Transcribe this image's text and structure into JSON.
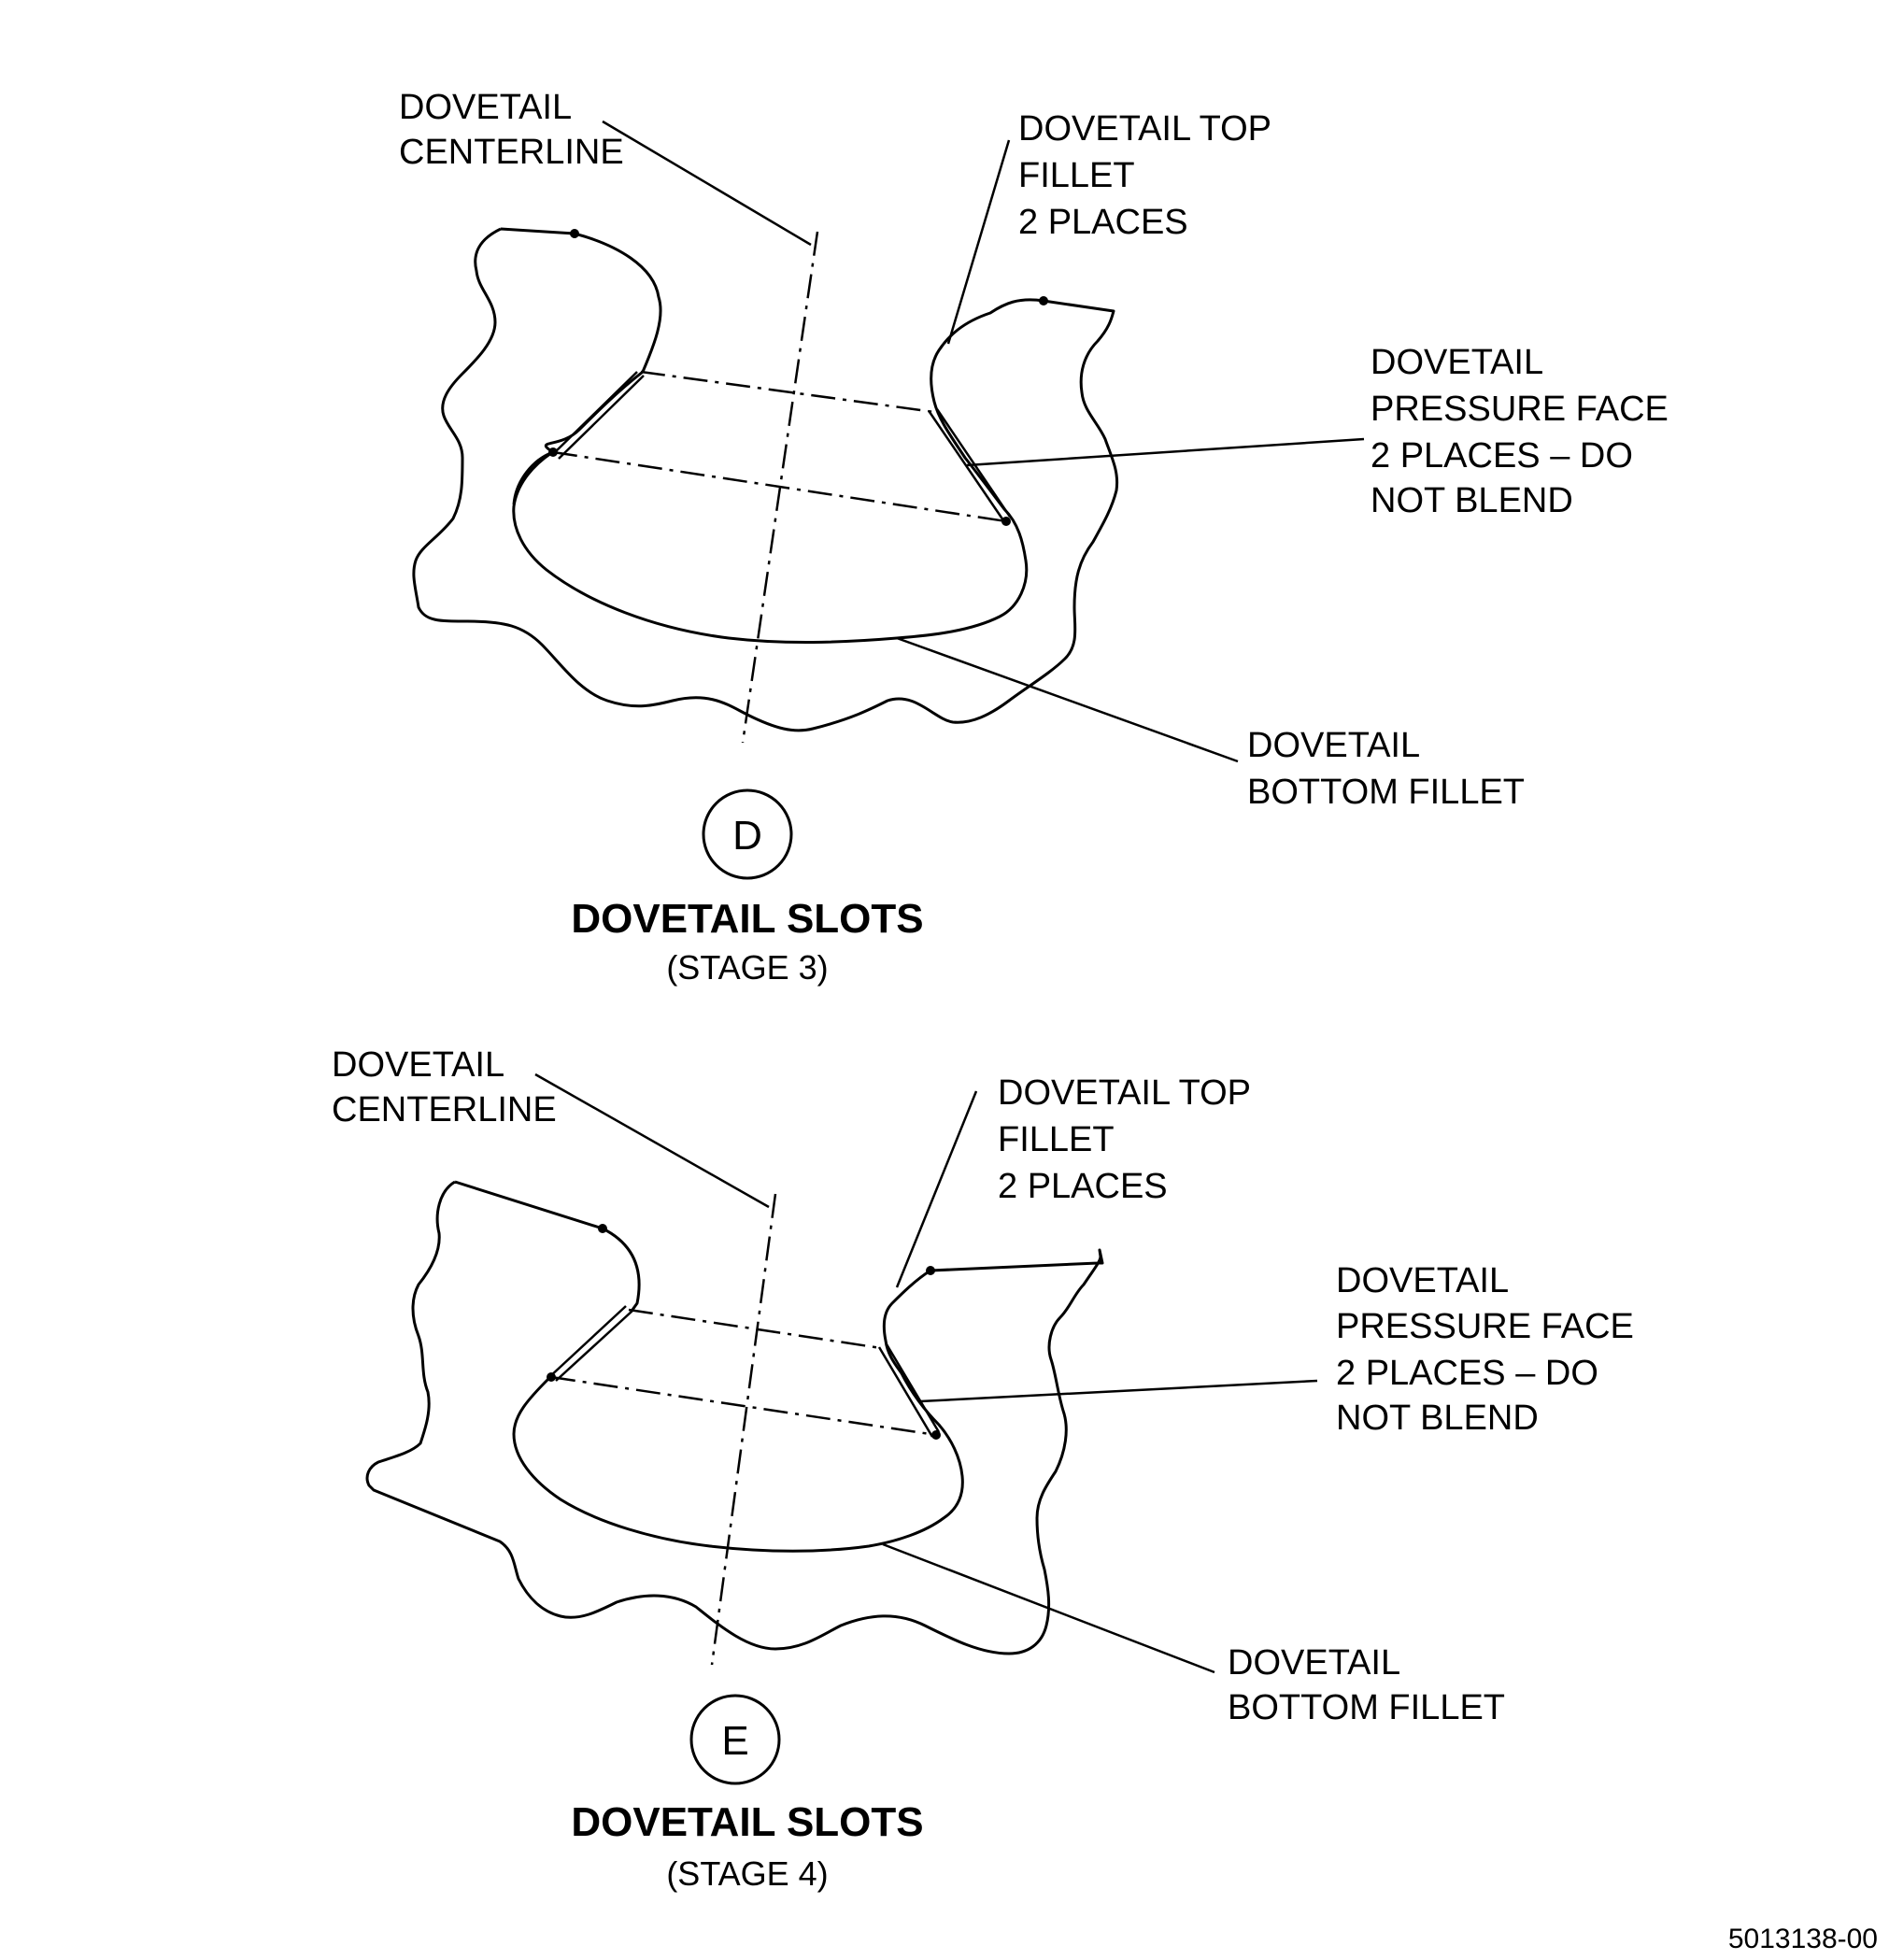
{
  "figures": [
    {
      "id": "D",
      "view_letter": "D",
      "title": "DOVETAIL SLOTS",
      "subtitle": "(STAGE 3)",
      "labels": {
        "centerline": [
          "DOVETAIL",
          "CENTERLINE"
        ],
        "top_fillet": [
          "DOVETAIL TOP",
          "FILLET",
          "2 PLACES"
        ],
        "pressure_face": [
          "DOVETAIL",
          "PRESSURE FACE",
          "2 PLACES – DO",
          "NOT BLEND"
        ],
        "bottom_fillet": [
          "DOVETAIL",
          "BOTTOM FILLET"
        ]
      }
    },
    {
      "id": "E",
      "view_letter": "E",
      "title": "DOVETAIL SLOTS",
      "subtitle": "(STAGE 4)",
      "labels": {
        "centerline": [
          "DOVETAIL",
          "CENTERLINE"
        ],
        "top_fillet": [
          "DOVETAIL TOP",
          "FILLET",
          "2 PLACES"
        ],
        "pressure_face": [
          "DOVETAIL",
          "PRESSURE FACE",
          "2 PLACES – DO",
          "NOT BLEND"
        ],
        "bottom_fillet": [
          "DOVETAIL",
          "BOTTOM FILLET"
        ]
      }
    }
  ],
  "document_number": "5013138-00"
}
